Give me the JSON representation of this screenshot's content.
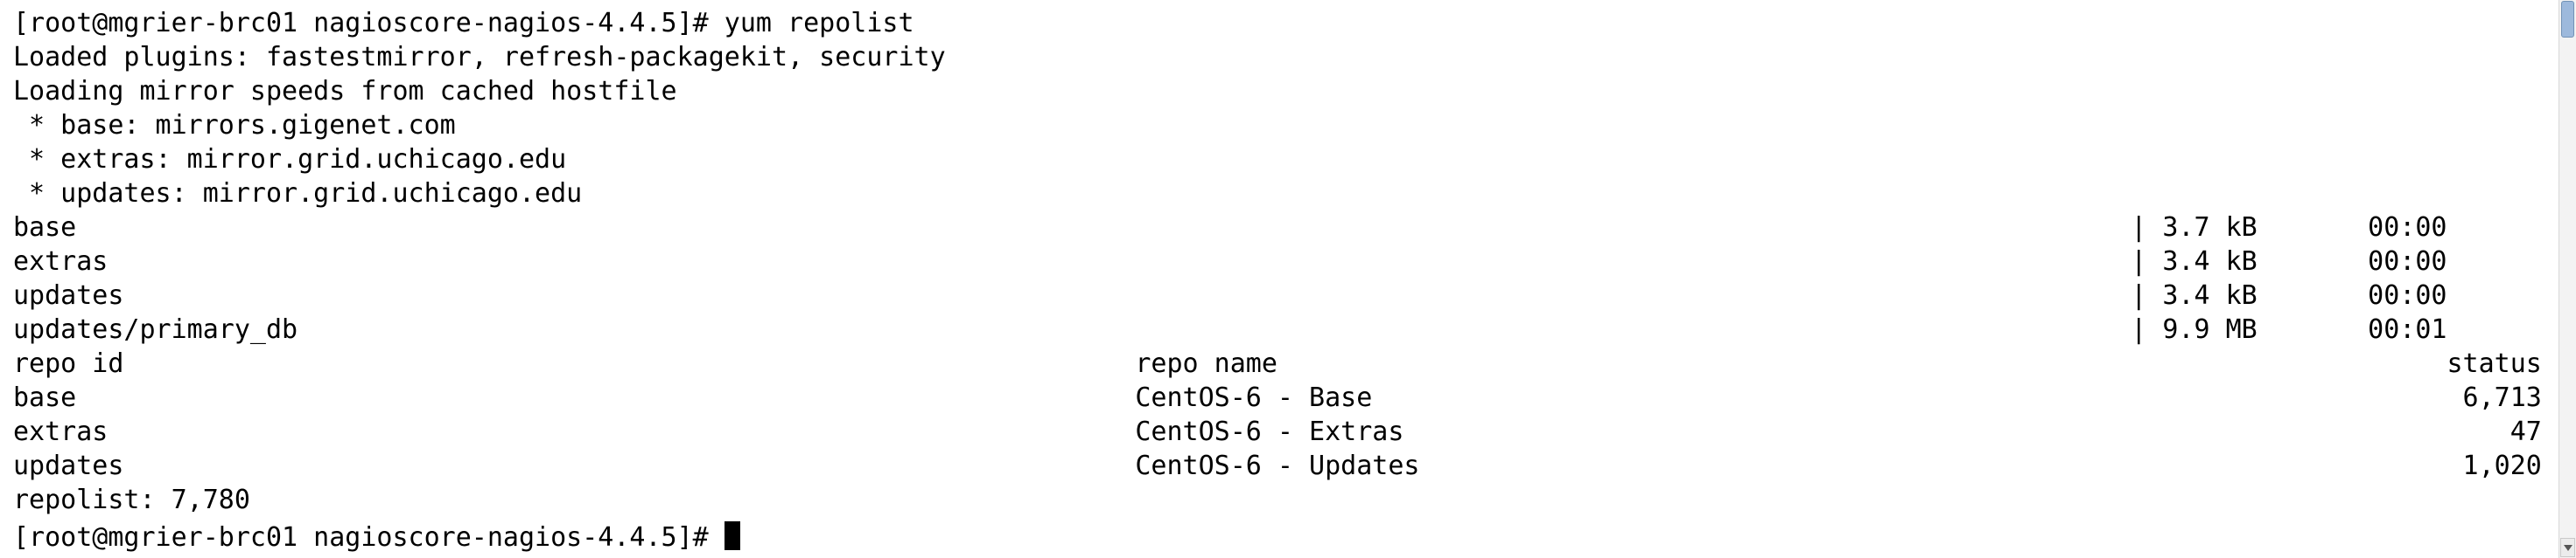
{
  "terminal": {
    "colors": {
      "background": "#ffffff",
      "text": "#000000",
      "cursor": "#000000"
    },
    "lines": [
      {
        "segments": [
          {
            "col": 0,
            "text": "[root@mgrier-brc01 nagioscore-nagios-4.4.5]# yum repolist"
          }
        ]
      },
      {
        "segments": [
          {
            "col": 0,
            "text": "Loaded plugins: fastestmirror, refresh-packagekit, security"
          }
        ]
      },
      {
        "segments": [
          {
            "col": 0,
            "text": "Loading mirror speeds from cached hostfile"
          }
        ]
      },
      {
        "segments": [
          {
            "col": 0,
            "text": " * base: mirrors.gigenet.com"
          }
        ]
      },
      {
        "segments": [
          {
            "col": 0,
            "text": " * extras: mirror.grid.uchicago.edu"
          }
        ]
      },
      {
        "segments": [
          {
            "col": 0,
            "text": " * updates: mirror.grid.uchicago.edu"
          }
        ]
      },
      {
        "segments": [
          {
            "col": 0,
            "text": "base"
          },
          {
            "col": 134,
            "text": "| 3.7 kB"
          },
          {
            "col": 149,
            "text": "00:00"
          }
        ]
      },
      {
        "segments": [
          {
            "col": 0,
            "text": "extras"
          },
          {
            "col": 134,
            "text": "| 3.4 kB"
          },
          {
            "col": 149,
            "text": "00:00"
          }
        ]
      },
      {
        "segments": [
          {
            "col": 0,
            "text": "updates"
          },
          {
            "col": 134,
            "text": "| 3.4 kB"
          },
          {
            "col": 149,
            "text": "00:00"
          }
        ]
      },
      {
        "segments": [
          {
            "col": 0,
            "text": "updates/primary_db"
          },
          {
            "col": 134,
            "text": "| 9.9 MB"
          },
          {
            "col": 149,
            "text": "00:01"
          }
        ]
      },
      {
        "segments": [
          {
            "col": 0,
            "text": "repo id"
          },
          {
            "col": 71,
            "text": "repo name"
          },
          {
            "col": 154,
            "text": "status"
          }
        ]
      },
      {
        "segments": [
          {
            "col": 0,
            "text": "base"
          },
          {
            "col": 71,
            "text": "CentOS-6 - Base"
          },
          {
            "col": 155,
            "text": "6,713"
          }
        ]
      },
      {
        "segments": [
          {
            "col": 0,
            "text": "extras"
          },
          {
            "col": 71,
            "text": "CentOS-6 - Extras"
          },
          {
            "col": 158,
            "text": "47"
          }
        ]
      },
      {
        "segments": [
          {
            "col": 0,
            "text": "updates"
          },
          {
            "col": 71,
            "text": "CentOS-6 - Updates"
          },
          {
            "col": 155,
            "text": "1,020"
          }
        ]
      },
      {
        "segments": [
          {
            "col": 0,
            "text": "repolist: 7,780"
          }
        ]
      },
      {
        "segments": [
          {
            "col": 0,
            "text": "[root@mgrier-brc01 nagioscore-nagios-4.4.5]# "
          }
        ],
        "cursor": true
      }
    ]
  },
  "scrollbar": {
    "trough_color": "#f3f3f3",
    "thumb_color": "#9db9dc",
    "stepper_color": "#ececec"
  }
}
